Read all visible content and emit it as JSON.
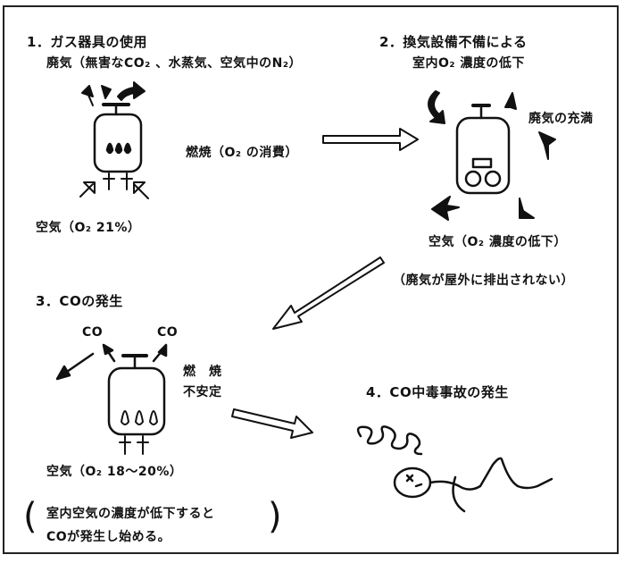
{
  "steps": [
    {
      "title": "1．ガス器具の使用",
      "line2": "廃気（無害なCO₂ 、水蒸気、空気中のN₂）",
      "combustion": "燃焼（O₂ の消費）",
      "air": "空気（O₂ 21%）"
    },
    {
      "title": "2．換気設備不備による",
      "line2": "室内O₂ 濃度の低下",
      "exhaust_full": "廃気の充満",
      "air": "空気（O₂ 濃度の低下）",
      "note": "（廃気が屋外に排出されない）"
    },
    {
      "title": "3．COの発生",
      "co_left": "CO",
      "co_right": "CO",
      "combustion_1": "燃　焼",
      "combustion_2": "不安定",
      "air": "空気（O₂ 18〜20%）",
      "note_1": "室内空気の濃度が低下すると",
      "note_2": "COが発生し始める。"
    },
    {
      "title": "4．CO中毒事故の発生"
    }
  ]
}
